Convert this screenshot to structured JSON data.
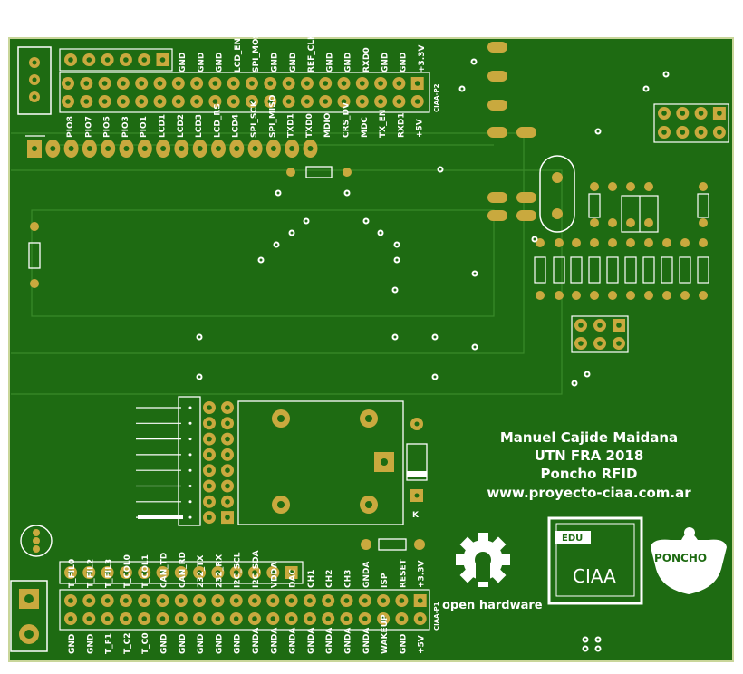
{
  "board": {
    "colors": {
      "board": "#1e6b12",
      "border": "#c9d69a",
      "pad": "#c9a93e",
      "silk": "#ffffff",
      "trace": "#2a7a1c"
    }
  },
  "header_top": {
    "top_labels": [
      "GND",
      "GND",
      "GND",
      "LCD_EN",
      "SPI_MOSI",
      "GND",
      "GND",
      "REF_CLK",
      "GND",
      "GND",
      "RXD0",
      "GND",
      "GND",
      "+3.3V"
    ],
    "bottom_labels": [
      "PIO8",
      "PIO7",
      "PIO5",
      "PIO3",
      "PIO1",
      "LCD1",
      "LCD2",
      "LCD3",
      "LCD_RS",
      "LCD4",
      "SPI_SCK",
      "SPI_MISO",
      "TXD1",
      "TXD0",
      "MDIO",
      "CRS_DV",
      "MDC",
      "TX_EN",
      "RXD1",
      "+5V"
    ],
    "name": "CIAA-P2"
  },
  "header_bottom": {
    "top_labels": [
      "T_FIL0",
      "T_FIL2",
      "T_FIL3",
      "T_COL0",
      "T_COL1",
      "CAN_TD",
      "CAN_RD",
      "232_TX",
      "232_RX",
      "I2C_SCL",
      "I2C_SDA",
      "VDDA",
      "DAC",
      "CH1",
      "CH2",
      "CH3",
      "GNDA",
      "ISP",
      "RESET",
      "+3.3V"
    ],
    "bottom_labels": [
      "GND",
      "GND",
      "T_F1",
      "T_C2",
      "T_C0",
      "GND",
      "GND",
      "GND",
      "GND",
      "GND",
      "GNDA",
      "GNDA",
      "GNDA",
      "GNDA",
      "GNDA",
      "GNDA",
      "GNDA",
      "WAKEUP",
      "GND",
      "+5V"
    ],
    "name": "CIAA-P1"
  },
  "credits": {
    "line1": "Manuel Cajide Maidana",
    "line2": "UTN FRA 2018",
    "line3": "Poncho RFID",
    "line4": "www.proyecto-ciaa.com.ar"
  },
  "logos": {
    "open_hardware": "open hardware",
    "edu_label": "EDU",
    "ciaa_label": "CIAA",
    "poncho_label": "PONCHO"
  },
  "misc": {
    "k_label": "K"
  }
}
